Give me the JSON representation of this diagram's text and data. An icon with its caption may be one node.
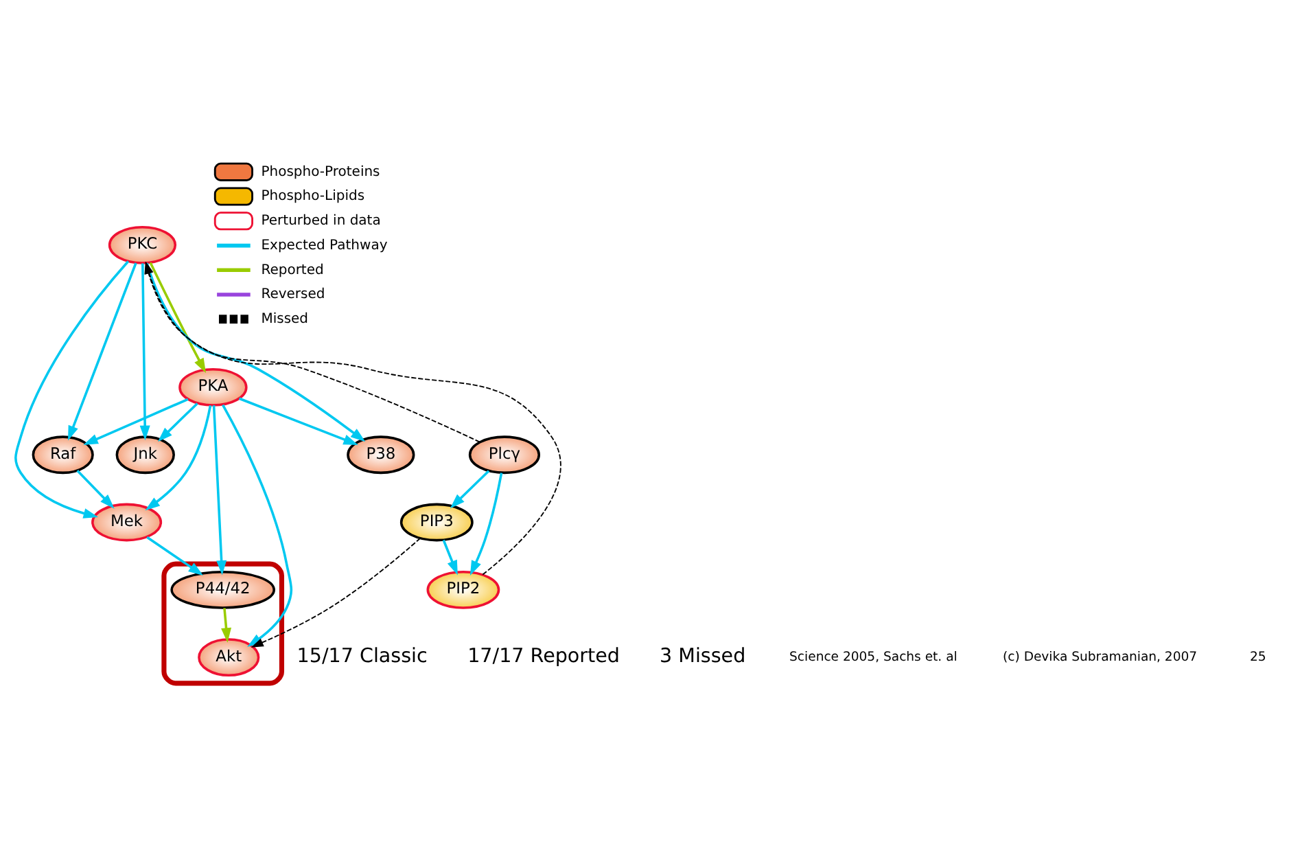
{
  "diagram": {
    "nodes": [
      {
        "text": [
          "PKC"
        ]
      },
      {
        "text": [
          "PKA"
        ]
      },
      {
        "text": [
          "Plcγ"
        ]
      },
      {
        "text": [
          "Raf"
        ]
      },
      {
        "text": [
          "Jnk"
        ]
      },
      {
        "text": [
          "P38"
        ]
      },
      {
        "text": [
          "Mek"
        ]
      },
      {
        "text": [
          "PIP3"
        ]
      },
      {
        "text": [],
        "shape": "ellipse"
      },
      {
        "text": [
          "P44/42"
        ],
        "in": 8
      },
      {
        "text": [
          "Akt"
        ],
        "in": 8
      },
      {
        "text": [
          "PIP2"
        ]
      }
    ],
    "edges": [
      {
        "from": 0,
        "to": 1,
        "arrow": "to",
        "color": "#99cc00"
      },
      {
        "from": 0,
        "to": 4,
        "arrow": "to"
      },
      {
        "from": 0,
        "to": 5,
        "arrow": "to"
      },
      {
        "from": 0,
        "to": 3,
        "arrow": "to"
      },
      {
        "from": 0,
        "to": 6,
        "arrow": "to"
      },
      {
        "from": 1,
        "to": 4,
        "arrow": "to"
      },
      {
        "from": 1,
        "to": 5,
        "arrow": "to"
      },
      {
        "from": 1,
        "to": 3,
        "arrow": "to"
      },
      {
        "from": 1,
        "to": 6,
        "arrow": "to"
      },
      {
        "from": 1,
        "to": 9,
        "arrow": "to"
      },
      {
        "from": 1,
        "to": 10,
        "arrow": "to"
      },
      {
        "from": 3,
        "to": 6,
        "arrow": "to"
      },
      {
        "from": 6,
        "to": 9,
        "arrow": "to"
      },
      {
        "from": 9,
        "to": 10,
        "arrow": "to",
        "color": "#99cc00"
      },
      {
        "from": 2,
        "to": 7,
        "arrow": "to"
      },
      {
        "from": 2,
        "to": 11,
        "arrow": "to"
      },
      {
        "from": 7,
        "to": 11,
        "arrow": "to"
      },
      {
        "from": 2,
        "to": 0,
        "arrow": "to",
        "style": "dashed",
        "color": "#000000"
      },
      {
        "from": 11,
        "to": 0,
        "arrow": "to",
        "style": "dashed",
        "color": "#000000"
      },
      {
        "from": 7,
        "to": 10,
        "arrow": "to",
        "style": "dashed",
        "color": "#000000"
      }
    ],
    "labels": [
      "15/17 Classic",
      "17/17 Reported",
      "3 Missed",
      "Science 2005, Sachs et. al",
      "(c) Devika Subramanian, 2007",
      "25"
    ],
    "legend": [
      {
        "text": "Phospho-Proteins"
      },
      {
        "text": "Phospho-Lipids"
      },
      {
        "text": "Perturbed in data"
      },
      {
        "text": "Expected Pathway"
      },
      {
        "text": "Reported"
      },
      {
        "text": "Reversed"
      },
      {
        "text": "Missed"
      }
    ]
  }
}
